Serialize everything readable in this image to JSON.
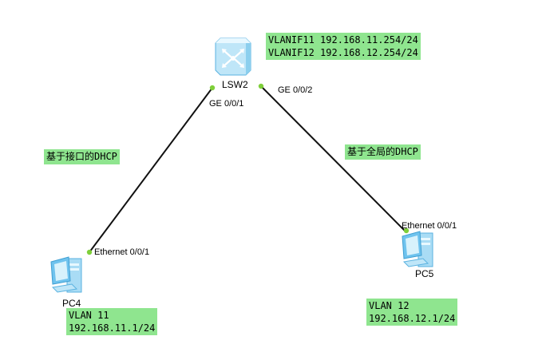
{
  "switch": {
    "name": "LSW2",
    "vlanif_lines": [
      "VLANIF11 192.168.11.254/24",
      "VLANIF12 192.168.12.254/24"
    ],
    "port_left": "GE 0/0/1",
    "port_right": "GE 0/0/2"
  },
  "pc4": {
    "name": "PC4",
    "port": "Ethernet 0/0/1",
    "info_lines": [
      "VLAN 11",
      "192.168.11.1/24"
    ],
    "note": "基于接口的DHCP"
  },
  "pc5": {
    "name": "PC5",
    "port": "Ethernet 0/0/1",
    "info_lines": [
      "VLAN 12",
      "192.168.12.1/24"
    ],
    "note": "基于全局的DHCP"
  },
  "colors": {
    "label_bg": "#8fe58f",
    "link": "#111111",
    "port_dot": "#7fcf3a",
    "device_blue": "#6fc3ee"
  }
}
